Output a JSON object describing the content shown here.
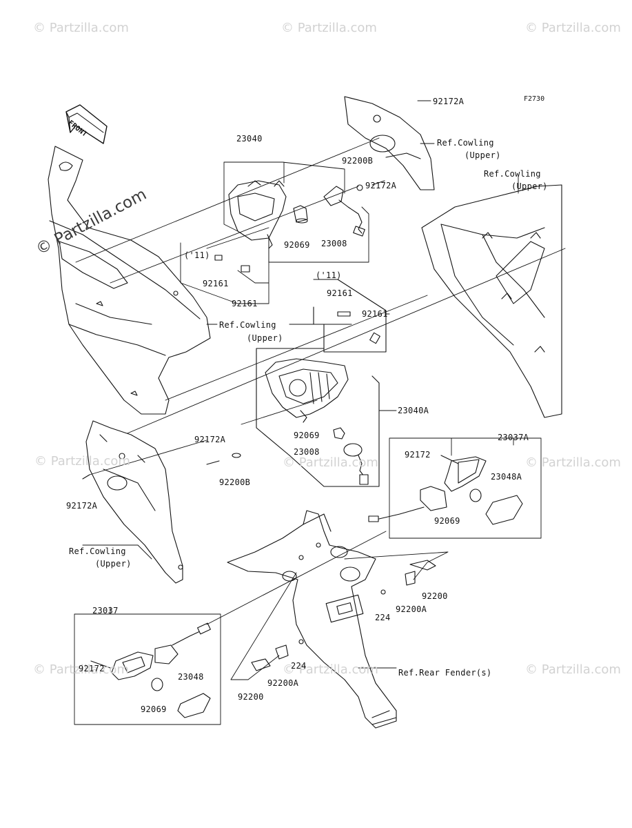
{
  "figure_code": "F2730",
  "direction_arrow": "FRONT",
  "watermark": "© Partzilla.com",
  "callouts": {
    "p92172A_top": "92172A",
    "ref_cowling_upper_1a": "Ref.Cowling",
    "ref_cowling_upper_1b": "(Upper)",
    "ref_cowling_upper_2a": "Ref.Cowling",
    "ref_cowling_upper_2b": "(Upper)",
    "p23040": "23040",
    "p92200B_top": "92200B",
    "p92172A_mid": "92172A",
    "p92069_top": "92069",
    "p23008_top": "23008",
    "y11_left": "('11)",
    "p92161_a": "92161",
    "p92161_b": "92161",
    "ref_cowling_upper_3a": "Ref.Cowling",
    "ref_cowling_upper_3b": "(Upper)",
    "y11_center": "('11)",
    "p92161_c": "92161",
    "p92161_d": "92161",
    "p23040A": "23040A",
    "p92172A_left": "92172A",
    "p92069_mid": "92069",
    "p23008_mid": "23008",
    "p92200B_low": "92200B",
    "p92172A_low": "92172A",
    "p23037A": "23037A",
    "p92172_right": "92172",
    "p23048A": "23048A",
    "p92069_right": "92069",
    "ref_cowling_upper_4a": "Ref.Cowling",
    "ref_cowling_upper_4b": "(Upper)",
    "p23037": "23037",
    "p92200_r": "92200",
    "p224_r": "224",
    "p92200A_r": "92200A",
    "p224_c": "224",
    "p92200A_c": "92200A",
    "p92200_c": "92200",
    "ref_rear_fender": "Ref.Rear Fender(s)",
    "p92172_left": "92172",
    "p23048": "23048",
    "p92069_left": "92069"
  }
}
